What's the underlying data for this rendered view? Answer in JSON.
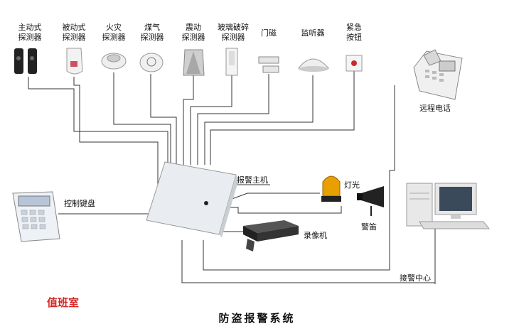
{
  "sensors": [
    {
      "line1": "主动式",
      "line2": "探测器",
      "icon": "active-infrared-detector-icon"
    },
    {
      "line1": "被动式",
      "line2": "探测器",
      "icon": "passive-infrared-detector-icon"
    },
    {
      "line1": "火灾",
      "line2": "探测器",
      "icon": "smoke-detector-icon"
    },
    {
      "line1": "煤气",
      "line2": "探测器",
      "icon": "gas-detector-icon"
    },
    {
      "line1": "震动",
      "line2": "探测器",
      "icon": "vibration-detector-icon"
    },
    {
      "line1": "玻璃破碎",
      "line2": "探测器",
      "icon": "glass-break-detector-icon"
    },
    {
      "line1": "门磁",
      "line2": "",
      "icon": "door-magnet-icon"
    },
    {
      "line1": "监听器",
      "line2": "",
      "icon": "listener-icon"
    },
    {
      "line1": "紧急",
      "line2": "按钮",
      "icon": "emergency-button-icon"
    }
  ],
  "devices": {
    "phone": "远程电话",
    "host": "报警主机",
    "keypad": "控制键盘",
    "light": "灯光",
    "siren": "警笛",
    "recorder": "录像机",
    "center": "接警中心"
  },
  "duty_room": "值班室",
  "title": "防盗报警系统"
}
